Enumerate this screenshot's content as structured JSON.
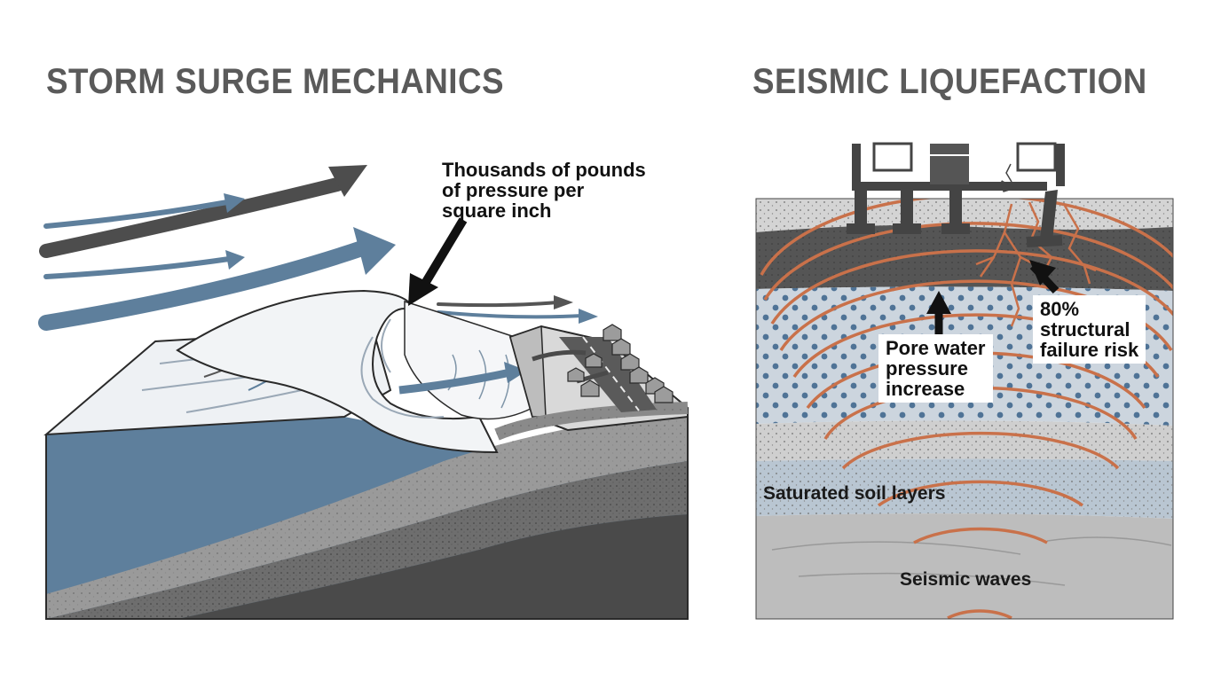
{
  "storm": {
    "title": "STORM SURGE MECHANICS",
    "pressure_label": [
      "Thousands of pounds",
      "of pressure per",
      "square inch"
    ]
  },
  "seismic": {
    "title": "SEISMIC LIQUEFACTION",
    "structural_label": [
      "80%",
      "structural",
      "failure risk"
    ],
    "pore_label": [
      "Pore water",
      "pressure",
      "increase"
    ],
    "soil_label": "Saturated soil layers",
    "waves_label": "Seismic waves"
  },
  "colors": {
    "title_gray": "#5a5a5a",
    "water_blue": "#5e7f9c",
    "wind_gray": "#4d4d4d",
    "seismic_orange": "#c9714a",
    "pore_dots": "#4f7396"
  }
}
